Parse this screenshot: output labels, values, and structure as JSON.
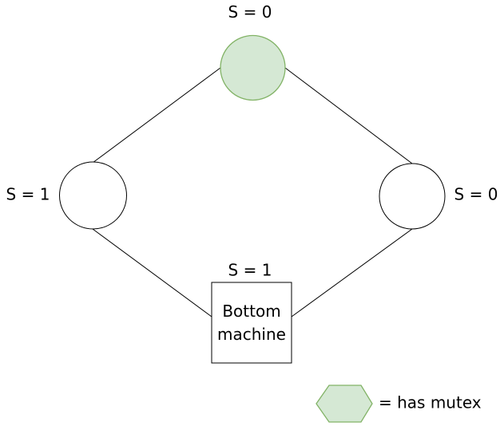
{
  "diagram": {
    "top_node": {
      "label": "S = 0"
    },
    "left_node": {
      "label": "S = 1"
    },
    "right_node": {
      "label": "S = 0"
    },
    "bottom_node": {
      "label": "S = 1",
      "text": "Bottom machine"
    },
    "legend": {
      "text": "= has mutex"
    },
    "colors": {
      "mutex_fill": "#d5e8d4",
      "mutex_stroke": "#82b366",
      "node_fill": "#ffffff",
      "node_stroke": "#000000",
      "edge": "#000000"
    }
  }
}
